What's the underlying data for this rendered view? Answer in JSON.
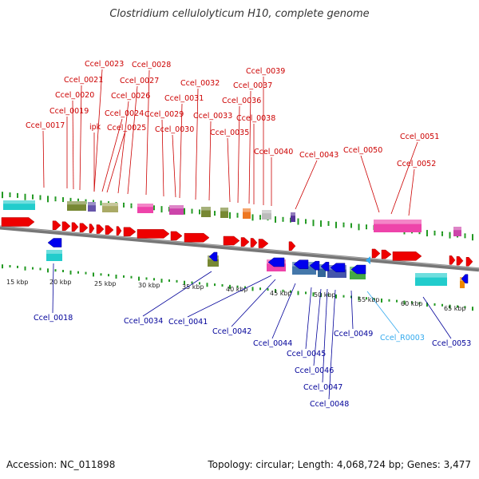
{
  "title": "Clostridium cellulolyticum H10, complete genome",
  "footer": {
    "accession": "Accession: NC_011898",
    "summary": "Topology: circular; Length: 4,068,724 bp; Genes: 3,477"
  },
  "colors": {
    "forward_label": "#cc0000",
    "reverse_label": "#000099",
    "rna_label": "#33aaee",
    "forward_gene": "#ee0000",
    "reverse_gene": "#0000ee",
    "backbone": "#777777",
    "ticks": "#229922"
  },
  "scale": {
    "unit": "kbp",
    "ticks": [
      "15 kbp",
      "20 kbp",
      "25 kbp",
      "30 kbp",
      "35 kbp",
      "40 kbp",
      "45 kbp",
      "50 kbp",
      "55 kbp",
      "60 kbp",
      "65 kbp"
    ]
  },
  "labels_above": [
    "Ccel_0017",
    "Ccel_0019",
    "Ccel_0020",
    "Ccel_0021",
    "Ccel_0023",
    "Ccel_0024",
    "Ccel_0025",
    "Ccel_0026",
    "Ccel_0027",
    "Ccel_0028",
    "Ccel_0029",
    "Ccel_0030",
    "Ccel_0031",
    "Ccel_0032",
    "Ccel_0033",
    "Ccel_0035",
    "Ccel_0036",
    "Ccel_0037",
    "Ccel_0038",
    "Ccel_0039",
    "Ccel_0040",
    "Ccel_0043",
    "Ccel_0050",
    "Ccel_0051",
    "Ccel_0052",
    "ipk"
  ],
  "labels_below": [
    "Ccel_0018",
    "Ccel_0034",
    "Ccel_0041",
    "Ccel_0042",
    "Ccel_0044",
    "Ccel_0045",
    "Ccel_0046",
    "Ccel_0047",
    "Ccel_0048",
    "Ccel_0049",
    "Ccel_R0003",
    "Ccel_0053"
  ]
}
